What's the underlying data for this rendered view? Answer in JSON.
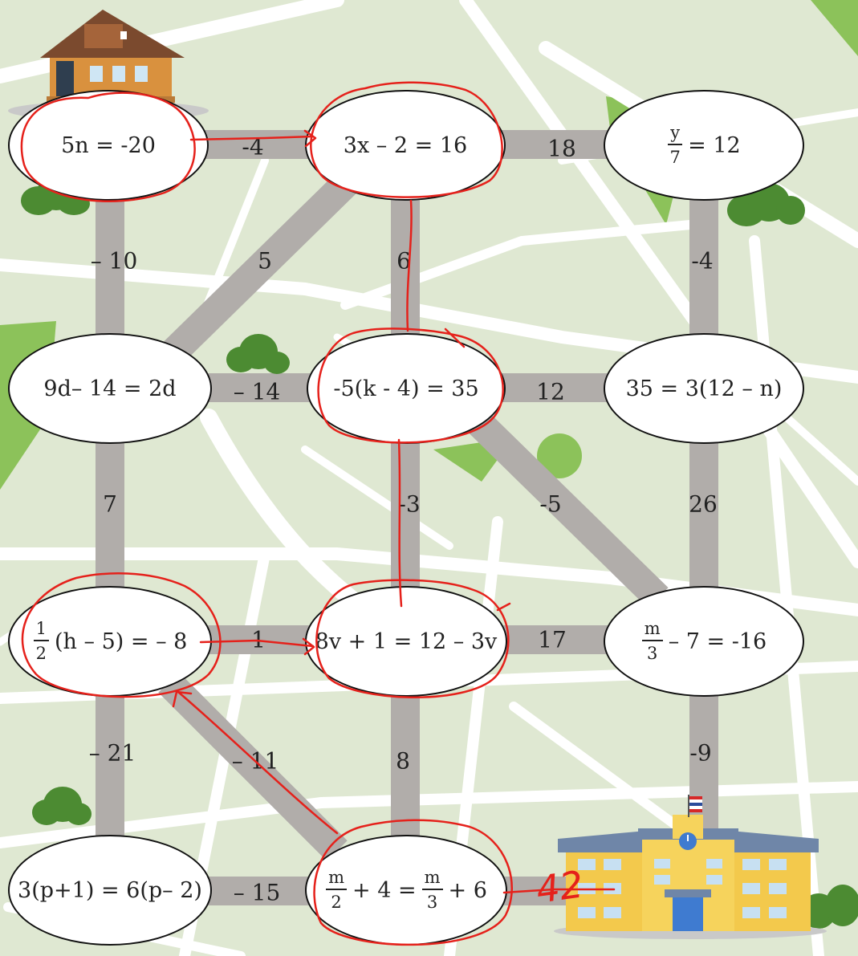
{
  "colors": {
    "background": "#dfe8d2",
    "street": "#ffffff",
    "park": "#8cc25a",
    "path": "#b1adaa",
    "node_fill": "#ffffff",
    "node_border": "#111111",
    "annotation": "#e5211b",
    "house_roof": "#7b4a2e",
    "house_wall": "#d9913e",
    "school_wall": "#f3c94c",
    "school_roof": "#6f86a8",
    "bush": "#4c8b32"
  },
  "icons": [
    "house-icon",
    "school-icon",
    "bush-icon",
    "flag-icon",
    "clock-icon"
  ],
  "nodes": {
    "n1": {
      "text": "5n = -20"
    },
    "n2": {
      "text": "3x – 2 = 16"
    },
    "n3": {
      "num": "y",
      "den": "7",
      "rest": "=  12"
    },
    "n4": {
      "text": "9d–  14 = 2d"
    },
    "n5": {
      "text": "-5(k - 4) = 35"
    },
    "n6": {
      "text": "35 = 3(12 – n)"
    },
    "n7": {
      "num": "1",
      "den": "2",
      "rest": "(h – 5) =  – 8"
    },
    "n8": {
      "text": "8v + 1 = 12 – 3v"
    },
    "n9": {
      "num": "m",
      "den": "3",
      "rest": "– 7 =  -16"
    },
    "n10": {
      "text": "3(p+1) = 6(p– 2)"
    },
    "n11": {
      "num1": "m",
      "den1": "2",
      "mid": "+ 4 =",
      "num2": "m",
      "den2": "3",
      "rest": "+ 6"
    }
  },
  "edges": {
    "e1_2": "-4",
    "e2_3": "18",
    "e1_4": "– 10",
    "e2_4": "5",
    "e2_5": "6",
    "e3_6": "-4",
    "e4_5": "– 14",
    "e5_6": "12",
    "e4_7": "7",
    "e5_8": "-3",
    "e5_9": "-5",
    "e6_9": "26",
    "e7_8": "1",
    "e8_9": "17",
    "e7_10": "– 21",
    "e7_11": "– 11",
    "e8_11": "8",
    "e9_school": "-9",
    "e10_11": "– 15"
  },
  "handwriting": {
    "answer_text": "42"
  }
}
